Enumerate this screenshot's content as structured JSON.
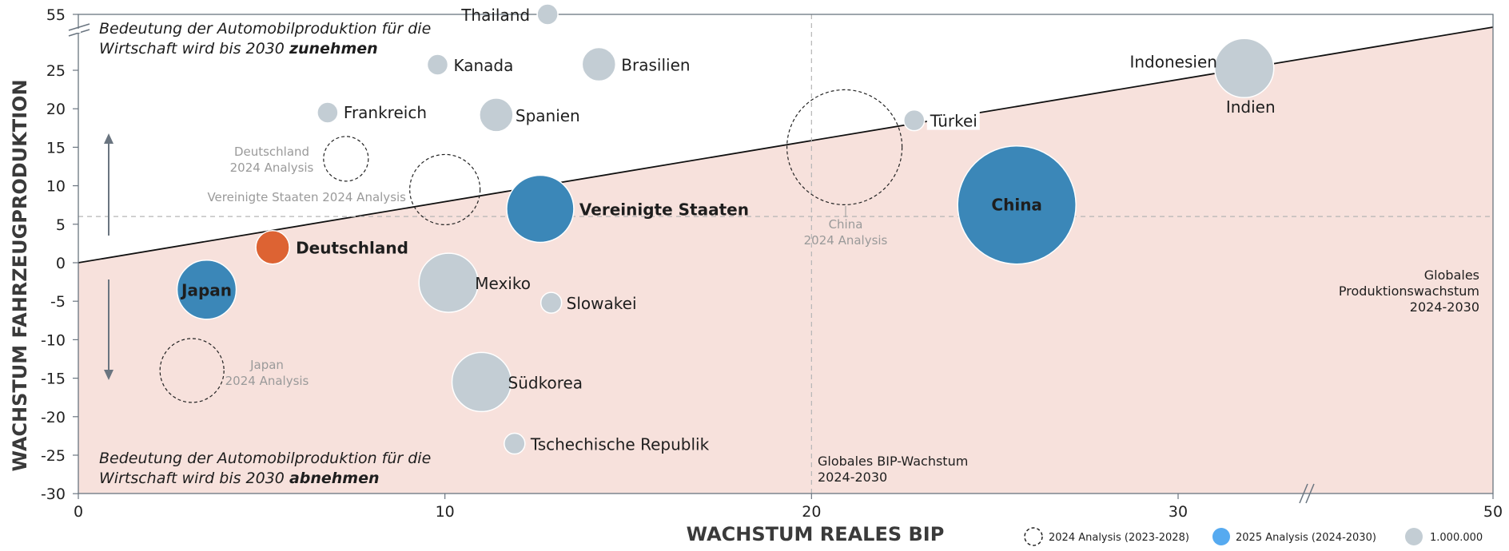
{
  "chart_data": {
    "type": "scatter",
    "xlabel": "WACHSTUM REALES BIP",
    "ylabel": "WACHSTUM FAHRZEUGPRODUKTION",
    "x_ticks": [
      "0",
      "10",
      "20",
      "30",
      "50"
    ],
    "y_ticks": [
      "55",
      "25",
      "20",
      "15",
      "10",
      "5",
      "0",
      "-5",
      "-10",
      "-15",
      "-20",
      "-25",
      "-30"
    ],
    "axis_breaks": [
      "x between 30 and 50",
      "y between 25 and 55"
    ],
    "zone_above": {
      "line1": "Bedeutung der Automobilproduktion für die",
      "line2_prefix": "Wirtschaft wird bis 2030 ",
      "line2_bold": "zunehmen"
    },
    "zone_below": {
      "line1": "Bedeutung der Automobilproduktion für die",
      "line2_prefix": "Wirtschaft wird bis 2030 ",
      "line2_bold": "abnehmen"
    },
    "reference_lines": {
      "gdp_label_line1": "Globales BIP-Wachstum",
      "gdp_label_line2": "2024-2030",
      "prod_label_line1": "Globales",
      "prod_label_line2": "Produktionswachstum",
      "prod_label_line3": "2024-2030",
      "gdp_x": 20,
      "prod_y": 6
    },
    "countries": [
      {
        "name": "Thailand",
        "x": 12.8,
        "y": 55,
        "size": "small",
        "group": "2025"
      },
      {
        "name": "Kanada",
        "x": 9.8,
        "y": 28,
        "size": "small",
        "group": "2025"
      },
      {
        "name": "Brasilien",
        "x": 14.2,
        "y": 28.2,
        "size": "medium",
        "group": "2025"
      },
      {
        "name": "Indonesien",
        "x": 33.5,
        "y": 30,
        "size": "small",
        "group": "2025"
      },
      {
        "name": "Indien",
        "x": 34.2,
        "y": 26.2,
        "size": "large",
        "group": "2025"
      },
      {
        "name": "Frankreich",
        "x": 6.8,
        "y": 19.5,
        "size": "small",
        "group": "2025"
      },
      {
        "name": "Spanien",
        "x": 11.4,
        "y": 19.2,
        "size": "medium",
        "group": "2025"
      },
      {
        "name": "Türkei",
        "x": 22.8,
        "y": 18.5,
        "size": "small",
        "group": "2025"
      },
      {
        "name": "Vereinigte Staaten",
        "x": 12.6,
        "y": 7,
        "size": "xlarge",
        "group": "highlight"
      },
      {
        "name": "China",
        "x": 25.6,
        "y": 7.5,
        "size": "xxlarge",
        "group": "highlight"
      },
      {
        "name": "Deutschland",
        "x": 5.3,
        "y": 2,
        "size": "medium",
        "group": "germany"
      },
      {
        "name": "Japan",
        "x": 3.5,
        "y": -3.5,
        "size": "large",
        "group": "highlight"
      },
      {
        "name": "Mexiko",
        "x": 10.1,
        "y": -2.6,
        "size": "large",
        "group": "2025"
      },
      {
        "name": "Slowakei",
        "x": 12.9,
        "y": -5.2,
        "size": "small",
        "group": "2025"
      },
      {
        "name": "Südkorea",
        "x": 11,
        "y": -15.5,
        "size": "large",
        "group": "2025"
      },
      {
        "name": "Tschechische Republik",
        "x": 11.9,
        "y": -23.5,
        "size": "small",
        "group": "2025"
      }
    ],
    "analysis_2024": [
      {
        "label_line1": "Deutschland",
        "label_line2": "2024 Analysis",
        "x": 7.3,
        "y": 13.5
      },
      {
        "label_line1": "Vereinigte Staaten 2024 Analysis",
        "label_line2": "",
        "x": 10,
        "y": 9.5
      },
      {
        "label_line1": "China",
        "label_line2": "2024 Analysis",
        "x": 20.9,
        "y": 15
      },
      {
        "label_line1": "Japan",
        "label_line2": "2024 Analysis",
        "x": 3.1,
        "y": -14
      }
    ],
    "legend": [
      {
        "label": "2024 Analysis (2023-2028)",
        "style": "dashed"
      },
      {
        "label": "2025 Analysis (2024-2030)",
        "style": "blue"
      },
      {
        "label": "1.000.000",
        "style": "gray"
      }
    ],
    "colors": {
      "highlight_blue": "#3b87b8",
      "germany_orange": "#dd6333",
      "gray_bubble": "#c3cdd4",
      "below_zone": "#f7e1dc",
      "legend_blue": "#56aaf0",
      "analysis_gray_text": "#9a9a9a"
    }
  }
}
